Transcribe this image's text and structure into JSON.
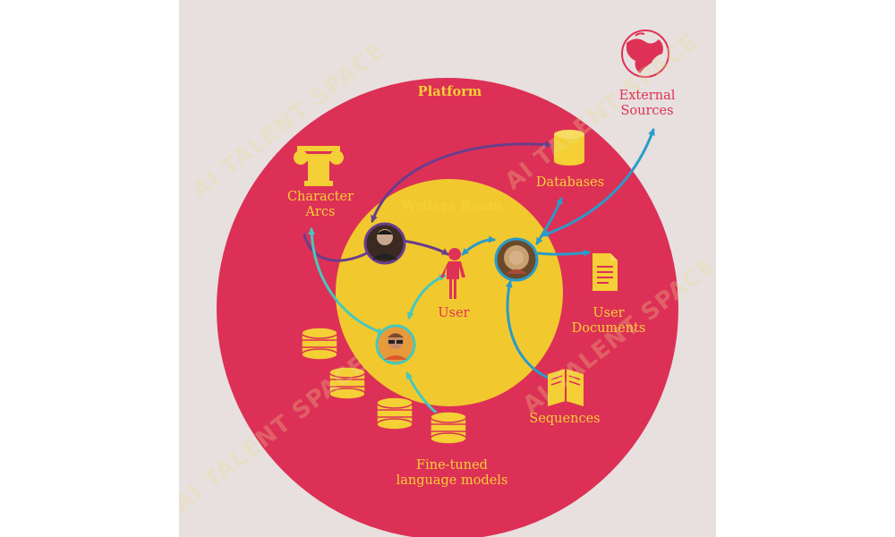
{
  "labels": {
    "platform": "Platform",
    "writers_room": "Writers Room",
    "character_arcs": "Character\nArcs",
    "databases": "Databases",
    "external_sources": "External\nSources",
    "user": "User",
    "user_documents": "User\nDocuments",
    "sequences": "Sequences",
    "fine_tuned_models": "Fine-tuned\nlanguage models"
  },
  "watermark": "AI TALENT SPACE",
  "colors": {
    "background": "#e7e0df",
    "platform_circle": "#dd3056",
    "writers_room_circle": "#f1c92f",
    "label_gold": "#f4cf35",
    "label_red": "#df3156",
    "arrow_purple": "#6a3d8c",
    "arrow_blue": "#2a9bc9",
    "arrow_teal": "#46c8bd"
  },
  "icons": [
    "greek-column-icon",
    "database-cylinder-icon",
    "globe-icon",
    "user-figure-icon",
    "document-icon",
    "open-book-icon",
    "coin-stack-icon"
  ]
}
